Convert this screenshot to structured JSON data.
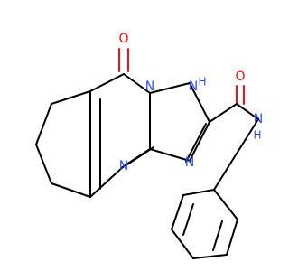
{
  "molecule": {
    "atom_labels": {
      "carbonyl_oxygen": "O",
      "amide_oxygen": "O",
      "pyrimidine_n_bottom": "N",
      "triazole_n_bottom": "N",
      "triazole_nh": "N",
      "triazole_nh_hydrogen": "H",
      "amide_n": "N",
      "amide_nh_hydrogen": "H",
      "bridge_n": "N"
    },
    "colors": {
      "bond": "#000000",
      "nitrogen": "#3050f8",
      "oxygen": "#ff0d0d",
      "background": "#ffffff"
    }
  }
}
